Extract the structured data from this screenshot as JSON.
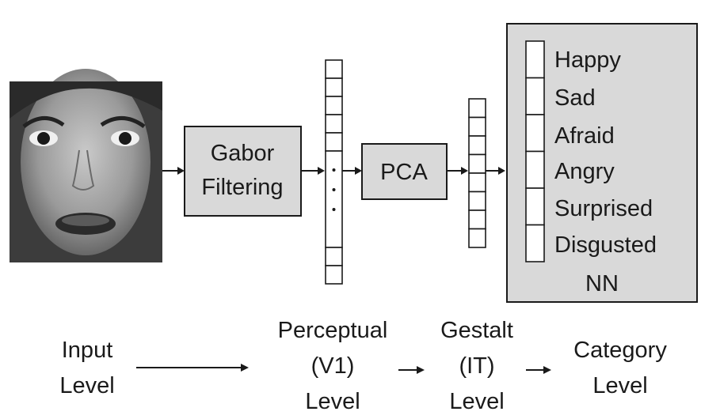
{
  "stages": {
    "gabor": [
      "Gabor",
      "Filtering"
    ],
    "pca": "PCA",
    "nn_label": "NN"
  },
  "emotions": [
    "Happy",
    "Sad",
    "Afraid",
    "Angry",
    "Surprised",
    "Disgusted"
  ],
  "levels": {
    "input": [
      "Input",
      "Level"
    ],
    "perceptual": [
      "Perceptual",
      "(V1)",
      "Level"
    ],
    "gestalt": [
      "Gestalt",
      "(IT)",
      "Level"
    ],
    "category": [
      "Category",
      "Level"
    ]
  },
  "colors": {
    "box_fill": "#d9d9d9",
    "stroke": "#1a1a1a"
  }
}
